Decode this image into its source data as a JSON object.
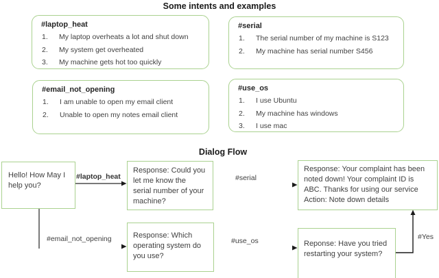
{
  "titles": {
    "intents": "Some intents and examples",
    "flow": "Dialog Flow"
  },
  "intents": [
    {
      "name": "#laptop_heat",
      "examples": [
        "My laptop overheats a lot and shut down",
        "My system get overheated",
        "My machine gets hot too quickly"
      ]
    },
    {
      "name": "#serial",
      "examples": [
        "The serial number of my machine is S123",
        "My machine has serial number S456"
      ]
    },
    {
      "name": "#email_not_opening",
      "examples": [
        "I am unable to open my email client",
        "Unable to open my notes email client"
      ]
    },
    {
      "name": "#use_os",
      "examples": [
        "I use Ubuntu",
        "My machine has windows",
        "I use mac"
      ]
    }
  ],
  "flow": {
    "nodes": {
      "greeting": "Hello! How May I\nhelp you?",
      "ask_serial": "Response: Could you\nlet me know the\nserial number of your\nmachine?",
      "complaint_noted": "Response: Your complaint has been\nnoted down! Your complaint ID  is\nABC. Thanks for using our service\nAction: Note down details",
      "ask_os": "Response: Which\noperating system do\nyou use?",
      "restart": "Reponse: Have you tried\nrestarting your system?"
    },
    "edge_labels": {
      "laptop_heat": "#laptop_heat",
      "serial": "#serial",
      "email_not_opening": "#email_not_opening",
      "use_os": "#use_os",
      "yes": "#Yes"
    }
  },
  "colors": {
    "box_border": "#a9d18e",
    "text": "#3f3f3f",
    "line": "#4d4d4d"
  }
}
